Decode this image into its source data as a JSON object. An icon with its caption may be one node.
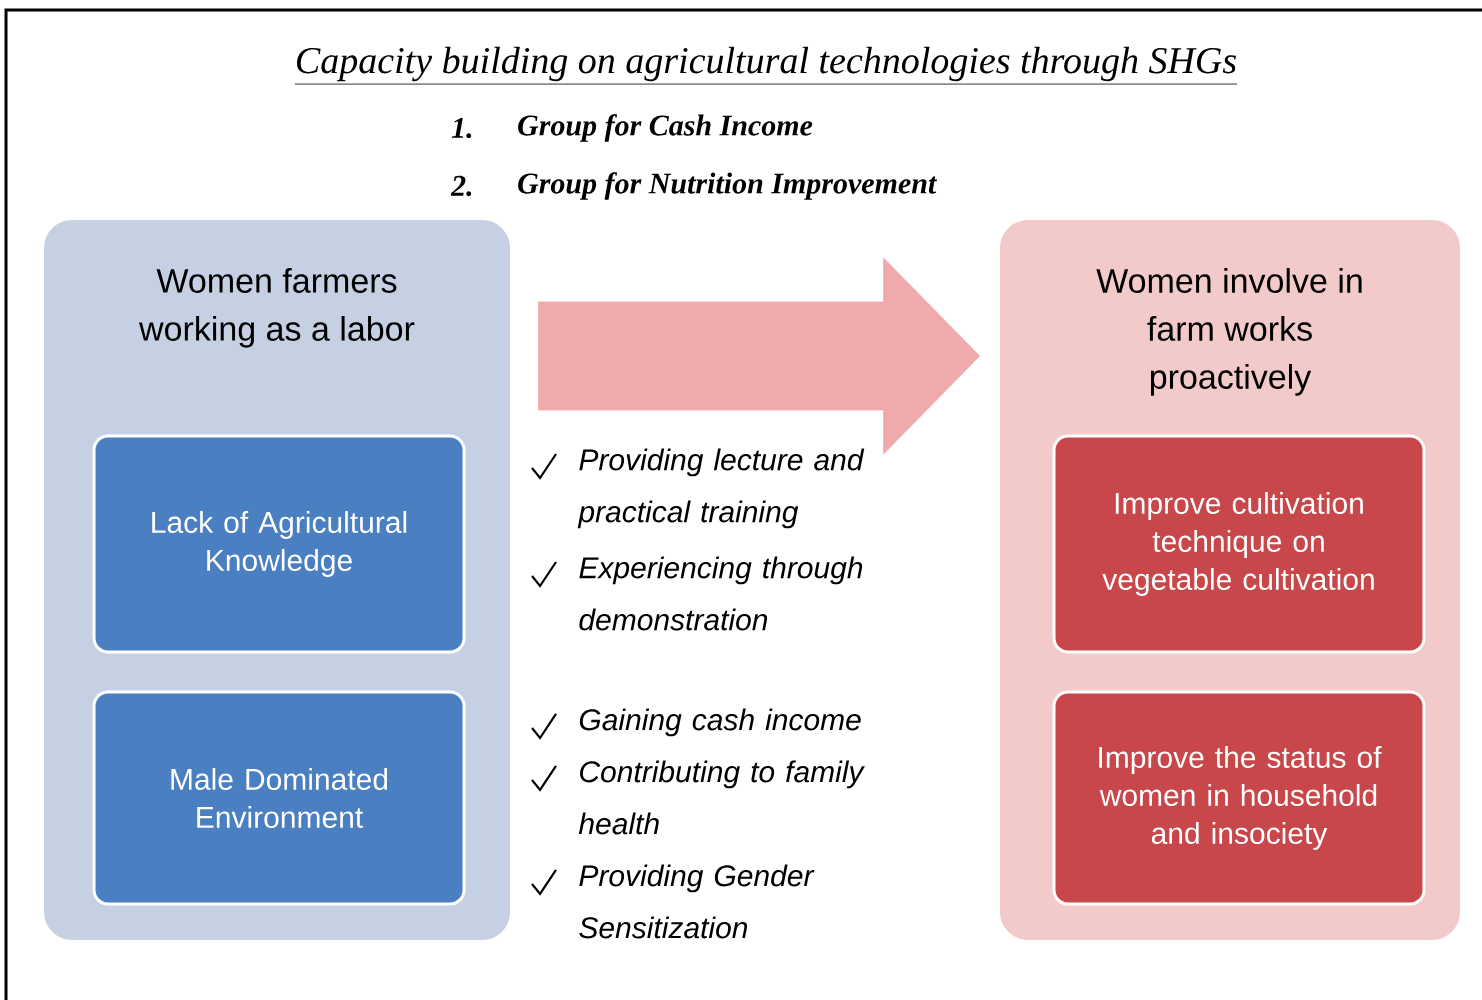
{
  "diagram": {
    "title": "Capacity building on agricultural technologies through SHGs",
    "nodes": [
      {
        "text": [
          "Women farmers working as a labor"
        ]
      },
      {
        "text": [
          "Lack of Agricultural Knowledge"
        ],
        "in": 0
      },
      {
        "text": [
          "Male Dominated Environment"
        ],
        "in": 0
      },
      {
        "text": [
          "Women involve in farm works proactively"
        ]
      },
      {
        "text": [
          "Improve cultivation technique on vegetable cultivation"
        ],
        "in": 3
      },
      {
        "text": [
          "Improve the status of women in household and insociety"
        ],
        "in": 3
      }
    ],
    "edges": [
      {
        "from": 0,
        "to": 3,
        "arrow": "to"
      }
    ],
    "labels": [
      "1.",
      "Group for Cash Income",
      "2.",
      "Group for Nutrition Improvement",
      "Providing lecture and practical training",
      "Experiencing through demonstration",
      "Gaining cash income",
      "Contributing to family health",
      "Providing Gender Sensitization"
    ]
  }
}
